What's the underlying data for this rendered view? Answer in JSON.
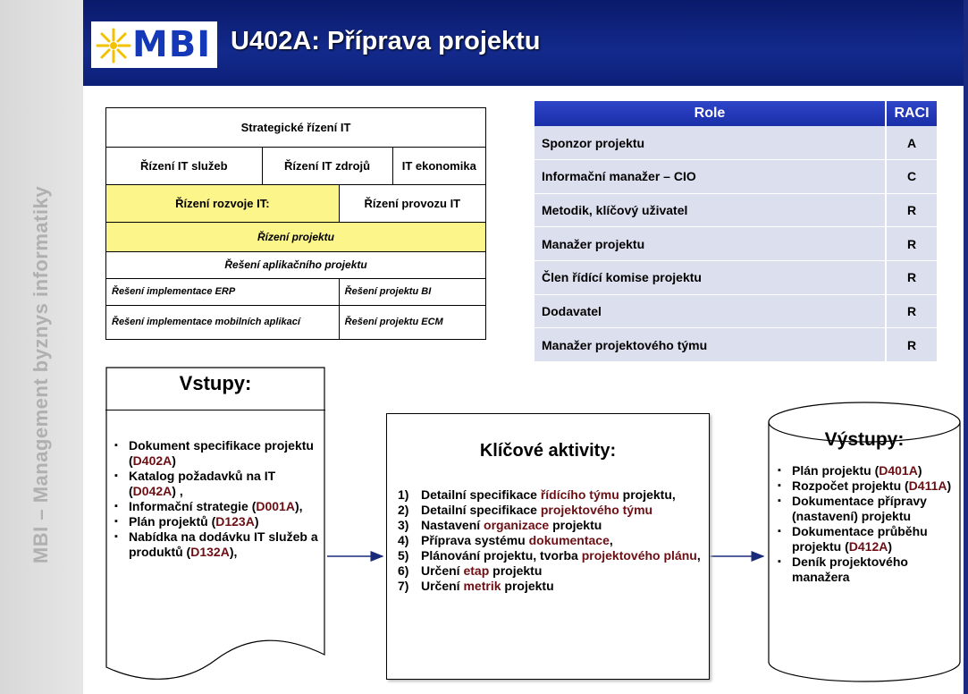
{
  "side_text": "MBI – Management byznys informatiky",
  "logo": {
    "text": "MBI"
  },
  "title": "U402A: Příprava projektu",
  "architecture": {
    "top": "Strategické řízení IT",
    "row2": [
      "Řízení IT služeb",
      "Řízení IT zdrojů",
      "IT ekonomika"
    ],
    "row3": [
      "Řízení rozvoje IT:",
      "Řízení provozu IT"
    ],
    "row4": "Řízení projektu",
    "row5": "Řešení aplikačního projektu",
    "row6": [
      "Řešení implementace ERP",
      "Řešení projektu BI"
    ],
    "row7": [
      "Řešení implementace mobilních aplikací",
      "Řešení projektu ECM"
    ]
  },
  "raci": {
    "headers": [
      "Role",
      "RACI"
    ],
    "rows": [
      {
        "role": "Sponzor projektu",
        "value": "A"
      },
      {
        "role": "Informační manažer – CIO",
        "value": "C"
      },
      {
        "role": "Metodik, klíčový uživatel",
        "value": "R"
      },
      {
        "role": "Manažer projektu",
        "value": "R"
      },
      {
        "role": "Člen řídící komise projektu",
        "value": "R"
      },
      {
        "role": "Dodavatel",
        "value": "R"
      },
      {
        "role": "Manažer projektového týmu",
        "value": "R"
      }
    ]
  },
  "inputs": {
    "title": "Vstupy:",
    "items": [
      {
        "text": "Dokument specifikace projektu (",
        "code": "D402A",
        "tail": ")"
      },
      {
        "text": "Katalog požadavků na IT (",
        "code": "D042A",
        "tail": ") ,"
      },
      {
        "text": "Informační strategie (",
        "code": "D001A",
        "tail": "),"
      },
      {
        "text": "Plán projektů (",
        "code": "D123A",
        "tail": ")"
      },
      {
        "text": "Nabídka na dodávku IT služeb a produktů (",
        "code": "D132A",
        "tail": "),"
      }
    ]
  },
  "activities": {
    "title": "Klíčové aktivity:",
    "items": [
      {
        "num": "1)",
        "pre": "Detailní specifikace ",
        "hl": "řídícího týmu",
        "post": " projektu,"
      },
      {
        "num": "2)",
        "pre": "Detailní specifikace ",
        "hl": "projektového týmu",
        "post": ""
      },
      {
        "num": "3)",
        "pre": "Nastavení ",
        "hl": "organizace",
        "post": " projektu"
      },
      {
        "num": "4)",
        "pre": "Příprava systému ",
        "hl": "dokumentace",
        "post": ","
      },
      {
        "num": "5)",
        "pre": "Plánování projektu, tvorba ",
        "hl": "projektového plánu",
        "post": ","
      },
      {
        "num": "6)",
        "pre": "Určení ",
        "hl": "etap",
        "post": " projektu"
      },
      {
        "num": "7)",
        "pre": "Určení ",
        "hl": "metrik",
        "post": " projektu"
      }
    ]
  },
  "outputs": {
    "title": "Výstupy:",
    "items": [
      {
        "text": "Plán projektu (",
        "code": "D401A",
        "tail": ")"
      },
      {
        "text": "Rozpočet projektu (",
        "code": "D411A",
        "tail": ")"
      },
      {
        "text": "Dokumentace přípravy (nastavení) projektu",
        "code": "",
        "tail": ""
      },
      {
        "text": "Dokumentace průběhu projektu (",
        "code": "D412A",
        "tail": ")"
      },
      {
        "text": "Deník projektového manažera",
        "code": "",
        "tail": ""
      }
    ]
  },
  "colors": {
    "header": "#132a8c",
    "accent_yellow": "#fcf58a",
    "code": "#6b0f14",
    "raci_row": "#dcdfee"
  }
}
